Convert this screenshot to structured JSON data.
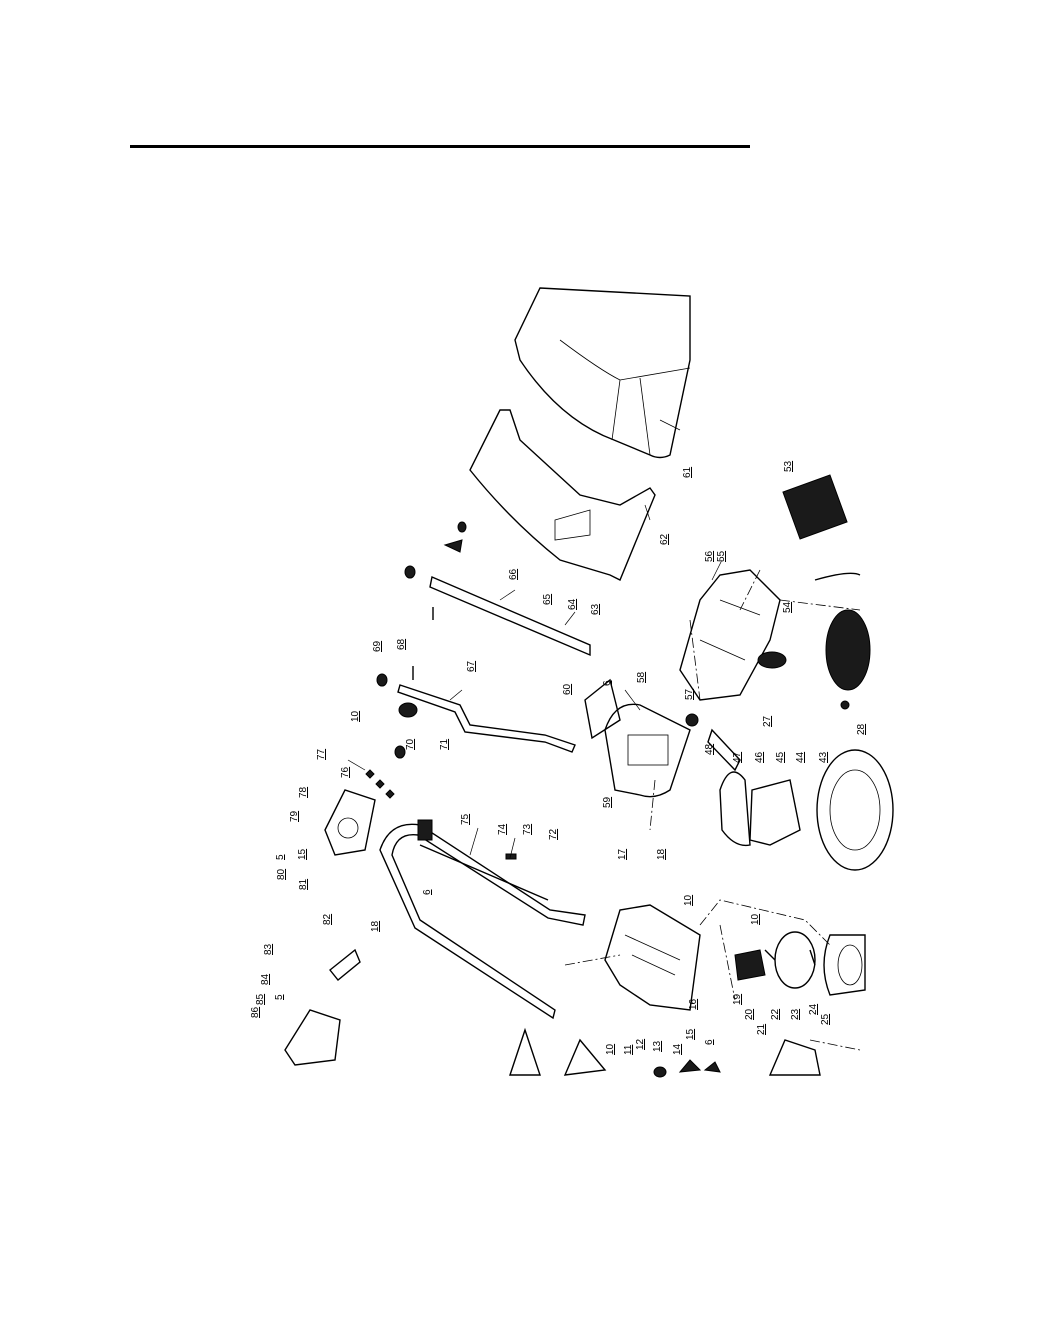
{
  "labels": [
    "61",
    "62",
    "53",
    "55",
    "56",
    "54",
    "66",
    "65",
    "64",
    "63",
    "69",
    "68",
    "67",
    "60",
    "6",
    "58",
    "57",
    "27",
    "28",
    "10",
    "77",
    "76",
    "70",
    "71",
    "48",
    "47",
    "46",
    "45",
    "44",
    "43",
    "78",
    "79",
    "75",
    "74",
    "73",
    "72",
    "59",
    "5",
    "15",
    "80",
    "81",
    "82",
    "6",
    "18",
    "17",
    "18",
    "10",
    "10",
    "16",
    "19",
    "20",
    "21",
    "22",
    "23",
    "24",
    "25",
    "83",
    "84",
    "85",
    "5",
    "86",
    "10",
    "11",
    "12",
    "13",
    "14",
    "15",
    "6"
  ]
}
